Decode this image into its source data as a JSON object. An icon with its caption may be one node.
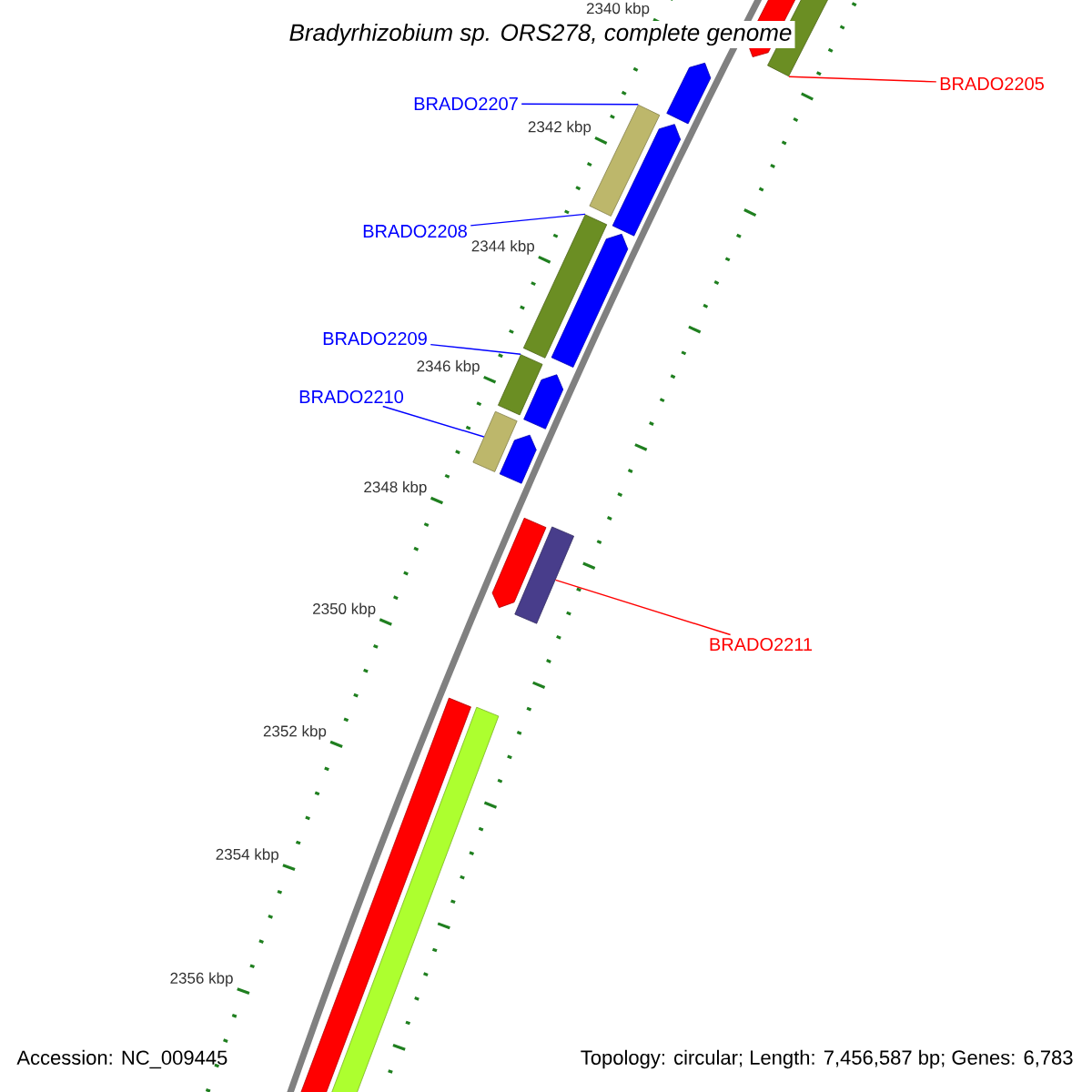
{
  "diagram": {
    "title": "Bradyrhizobium sp. ORS278, complete genome",
    "nodes": [
      {
        "text": [
          "BRADO2205"
        ]
      },
      {
        "text": [],
        "shape": "bar"
      },
      {
        "text": [
          "BRADO2207"
        ]
      },
      {
        "text": [],
        "shape": "bar"
      },
      {
        "text": [
          "BRADO2208"
        ]
      },
      {
        "text": [],
        "shape": "bar"
      },
      {
        "text": [
          "BRADO2209"
        ]
      },
      {
        "text": [],
        "shape": "bar"
      },
      {
        "text": [
          "BRADO2210"
        ]
      },
      {
        "text": [],
        "shape": "bar"
      },
      {
        "text": [
          "BRADO2211"
        ]
      },
      {
        "text": [],
        "shape": "bar"
      }
    ],
    "edges": [
      {
        "from": 0,
        "to": 1,
        "arrow": "none",
        "color": "#ff0000"
      },
      {
        "from": 2,
        "to": 3,
        "arrow": "none"
      },
      {
        "from": 4,
        "to": 5,
        "arrow": "none"
      },
      {
        "from": 6,
        "to": 7,
        "arrow": "none"
      },
      {
        "from": 8,
        "to": 9,
        "arrow": "none"
      },
      {
        "from": 10,
        "to": 11,
        "arrow": "none",
        "color": "#ff0000"
      }
    ],
    "labels": [
      "2340 kbp",
      "2342 kbp",
      "2344 kbp",
      "2346 kbp",
      "2348 kbp",
      "2350 kbp",
      "2352 kbp",
      "2354 kbp",
      "2356 kbp",
      "Accession: NC_009445",
      "Topology: circular; Length: 7,456,587 bp; Genes: 6,783"
    ]
  }
}
